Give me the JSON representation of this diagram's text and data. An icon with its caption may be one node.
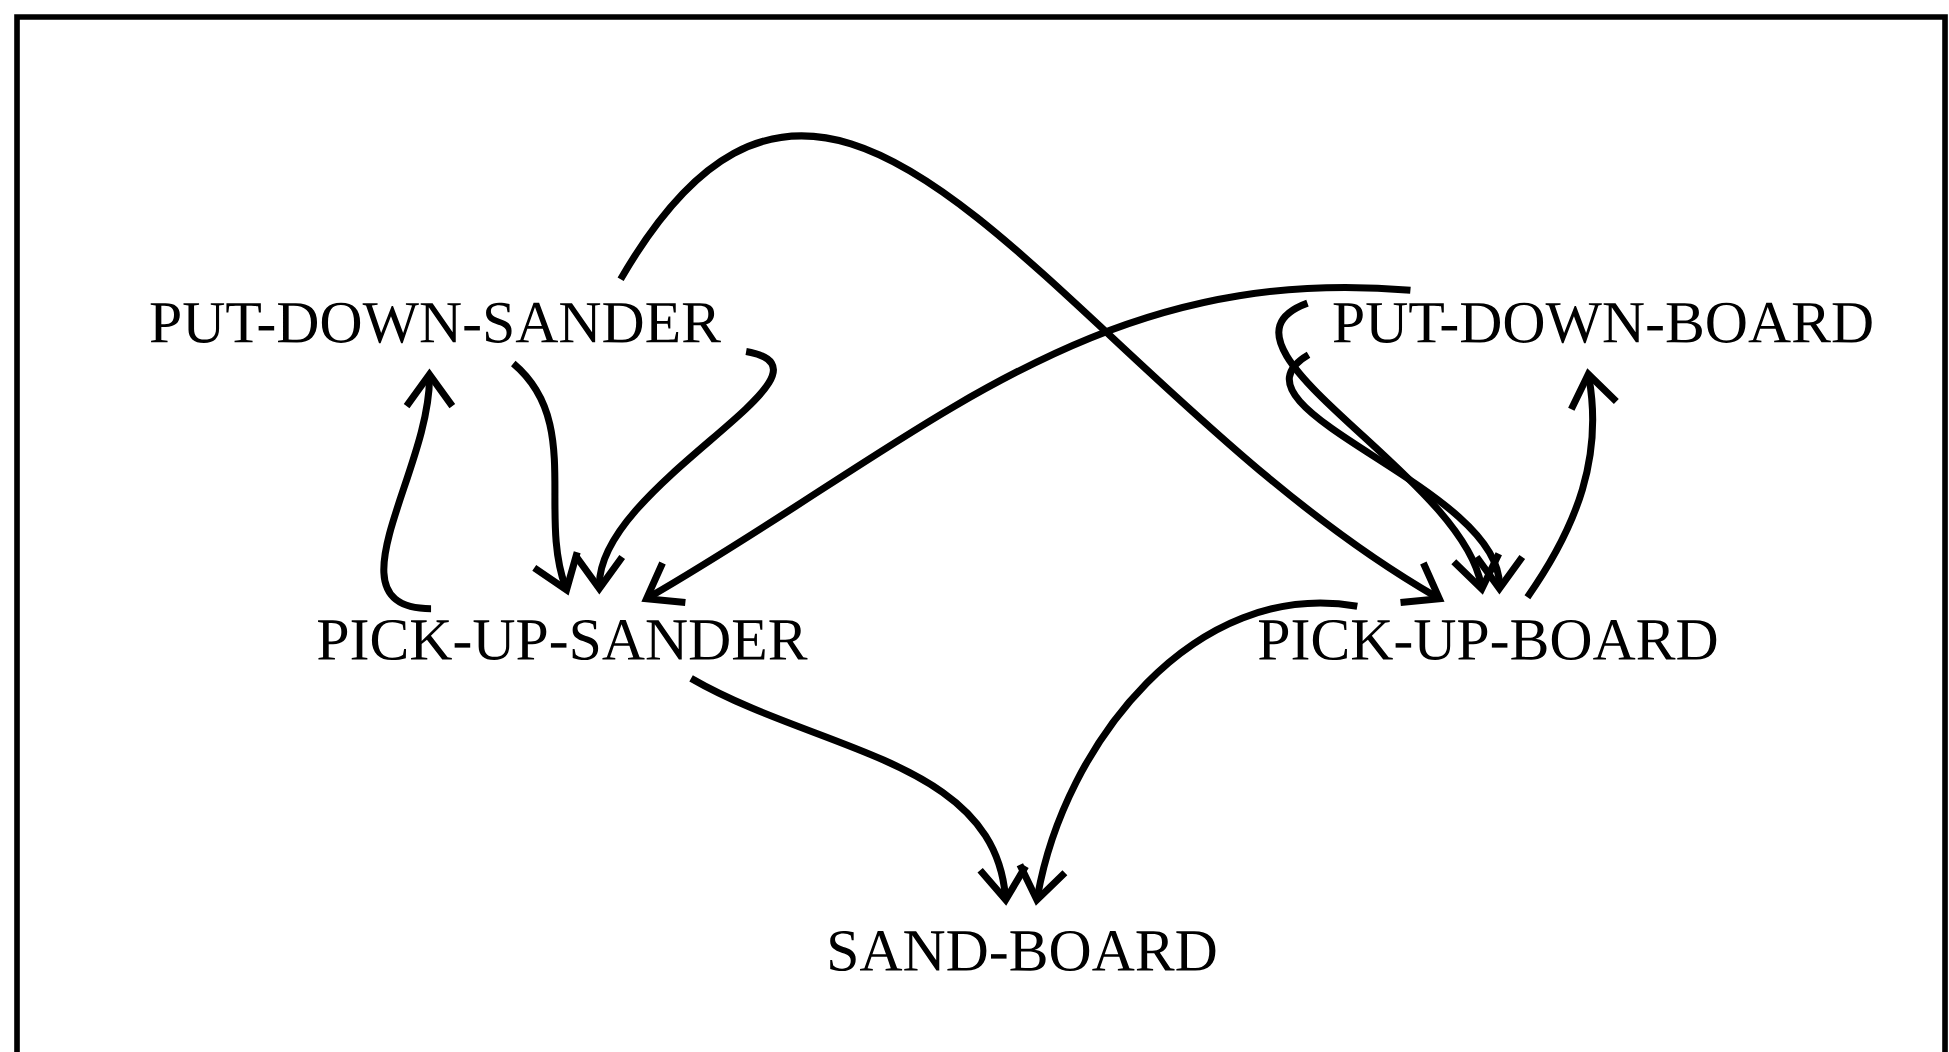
{
  "diagram": {
    "nodes": [
      {
        "text": [
          "PUT-DOWN-SANDER"
        ]
      },
      {
        "text": [
          "PUT-DOWN-BOARD"
        ]
      },
      {
        "text": [
          "PICK-UP-SANDER"
        ]
      },
      {
        "text": [
          "PICK-UP-BOARD"
        ]
      },
      {
        "text": [
          "SAND-BOARD"
        ]
      }
    ],
    "edges": [
      {
        "from": 0,
        "to": 2,
        "arrow": "to"
      },
      {
        "from": 0,
        "to": 2,
        "arrow": "to"
      },
      {
        "from": 2,
        "to": 0,
        "arrow": "to"
      },
      {
        "from": 0,
        "to": 3,
        "arrow": "to"
      },
      {
        "from": 1,
        "to": 2,
        "arrow": "to"
      },
      {
        "from": 1,
        "to": 3,
        "arrow": "to"
      },
      {
        "from": 1,
        "to": 3,
        "arrow": "to"
      },
      {
        "from": 3,
        "to": 1,
        "arrow": "to"
      },
      {
        "from": 2,
        "to": 4,
        "arrow": "to"
      },
      {
        "from": 3,
        "to": 4,
        "arrow": "to"
      }
    ]
  }
}
